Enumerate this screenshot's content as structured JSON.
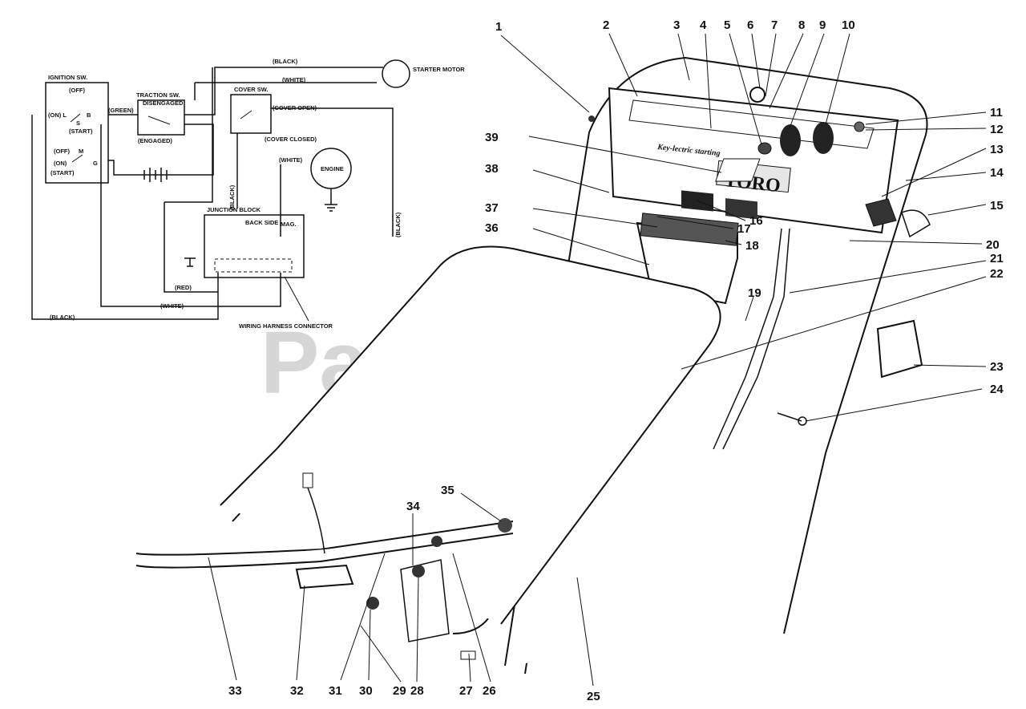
{
  "watermark": "PartsTree",
  "schematic": {
    "ignition_sw": "IGNITION SW.",
    "off_top": "(OFF)",
    "on_l": "(ON) L",
    "b": "B",
    "s": "S",
    "start_top": "(START)",
    "off_bottom": "(OFF)",
    "m": "M",
    "on_bottom": "(ON)",
    "g": "G",
    "start_bottom": "(START)",
    "traction_sw": "TRACTION SW.",
    "disengaged": "DISENGAGED",
    "engaged": "(ENGAGED)",
    "green": "(GREEN)",
    "black_top": "(BLACK)",
    "white_top": "(WHITE)",
    "starter_motor": "STARTER MOTOR",
    "cover_sw": "COVER SW.",
    "cover_open": "(COVER OPEN)",
    "cover_closed": "(COVER CLOSED)",
    "white_mid": "(WHITE)",
    "engine": "ENGINE",
    "black_vert": "(BLACK)",
    "black_right": "(BLACK)",
    "junction_block": "JUNCTION BLOCK",
    "back_side": "BACK SIDE",
    "mag": "MAG.",
    "red": "(RED)",
    "white_bottom": "(WHITE)",
    "black_bottom": "(BLACK)",
    "harness_connector": "WIRING HARNESS CONNECTOR"
  },
  "panel_text": {
    "toro": "TORO",
    "key_lectric": "Key-lectric starting"
  },
  "callouts": [
    "1",
    "2",
    "3",
    "4",
    "5",
    "6",
    "7",
    "8",
    "9",
    "10",
    "11",
    "12",
    "13",
    "14",
    "15",
    "16",
    "17",
    "18",
    "19",
    "20",
    "21",
    "22",
    "23",
    "24",
    "25",
    "26",
    "27",
    "28",
    "29",
    "30",
    "31",
    "32",
    "33",
    "34",
    "35",
    "36",
    "37",
    "38",
    "39"
  ]
}
